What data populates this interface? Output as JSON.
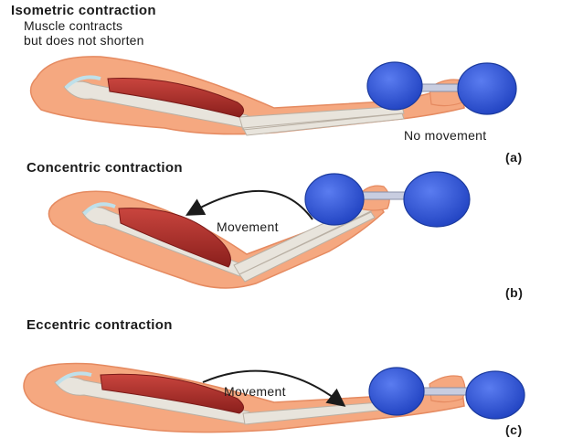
{
  "panels": [
    {
      "title": "Isometric contraction",
      "subtitle_line1": "Muscle contracts",
      "subtitle_line2": "but does not shorten",
      "note": "No movement",
      "tag": "(a)"
    },
    {
      "title": "Concentric contraction",
      "movement_label": "Movement",
      "tag": "(b)"
    },
    {
      "title": "Eccentric contraction",
      "movement_label": "Movement",
      "tag": "(c)"
    }
  ],
  "colors": {
    "skin": "#f5a880",
    "skin_shadow": "#e58a60",
    "muscle": "#b93a34",
    "muscle_dark": "#8a1f1c",
    "bone": "#e8e4dc",
    "bone_edge": "#b9b0a4",
    "tendon": "#bfe0ea",
    "dumbbell": "#2f55d4",
    "dumbbell_dark": "#1b3a9e",
    "text": "#1b1b1b"
  },
  "icons": [
    "dumbbell-icon",
    "movement-arrow-icon"
  ]
}
